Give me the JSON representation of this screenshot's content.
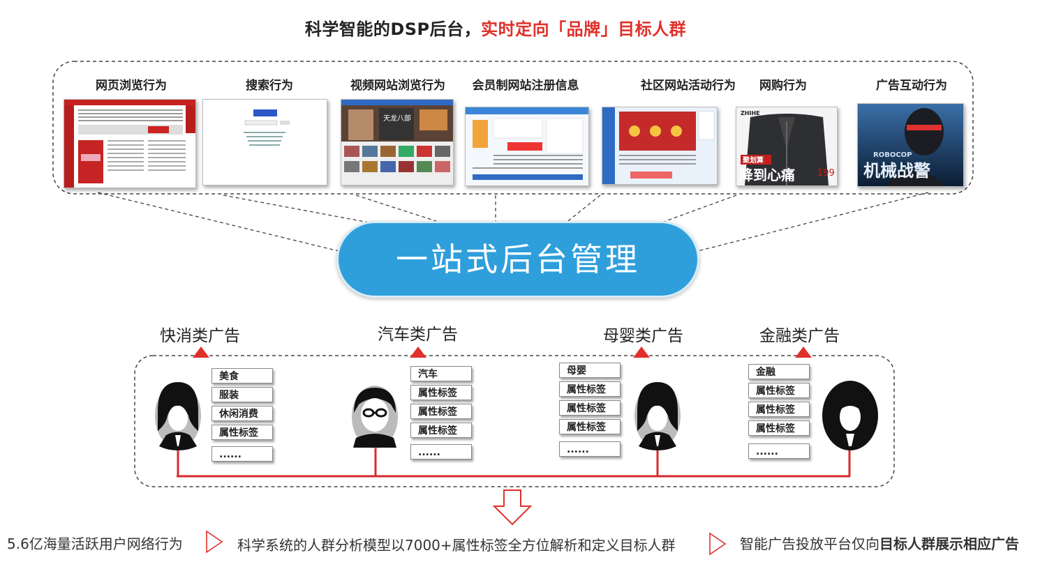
{
  "title": {
    "part1": "科学智能的DSP后台，",
    "part2": "实时定向「品牌」目标人群"
  },
  "sources": [
    {
      "label": "网页浏览行为"
    },
    {
      "label": "搜索行为"
    },
    {
      "label": "视频网站浏览行为"
    },
    {
      "label": "会员制网站注册信息"
    },
    {
      "label": "社区网站活动行为"
    },
    {
      "label": "网购行为"
    },
    {
      "label": "广告互动行为"
    }
  ],
  "thumb_text": {
    "shop_tag": "聚划算",
    "shop_slogan": "降到心痛",
    "shop_price": "199",
    "shop_brand": "ZHIHE",
    "movie_title": "机械战警",
    "movie_sub": "ROBOCOP"
  },
  "hub": {
    "label": "一站式后台管理"
  },
  "categories": [
    {
      "label": "快消类广告",
      "tags": [
        "美食",
        "服装",
        "休闲消费",
        "属性标签",
        "......"
      ]
    },
    {
      "label": "汽车类广告",
      "tags": [
        "汽车",
        "属性标签",
        "属性标签",
        "属性标签",
        "......"
      ]
    },
    {
      "label": "母婴类广告",
      "tags": [
        "母婴",
        "属性标签",
        "属性标签",
        "属性标签",
        "......"
      ]
    },
    {
      "label": "金融类广告",
      "tags": [
        "金融",
        "属性标签",
        "属性标签",
        "属性标签",
        "......"
      ]
    }
  ],
  "bottom": {
    "step1": "5.6亿海量活跃用户网络行为",
    "step2": "科学系统的人群分析模型以7000+属性标签全方位解析和定义目标人群",
    "step3_plain": "智能广告投放平台仅向",
    "step3_bold": "目标人群展示相应广告"
  },
  "colors": {
    "accent": "#e0302a",
    "hub": "#2f9fdc"
  }
}
